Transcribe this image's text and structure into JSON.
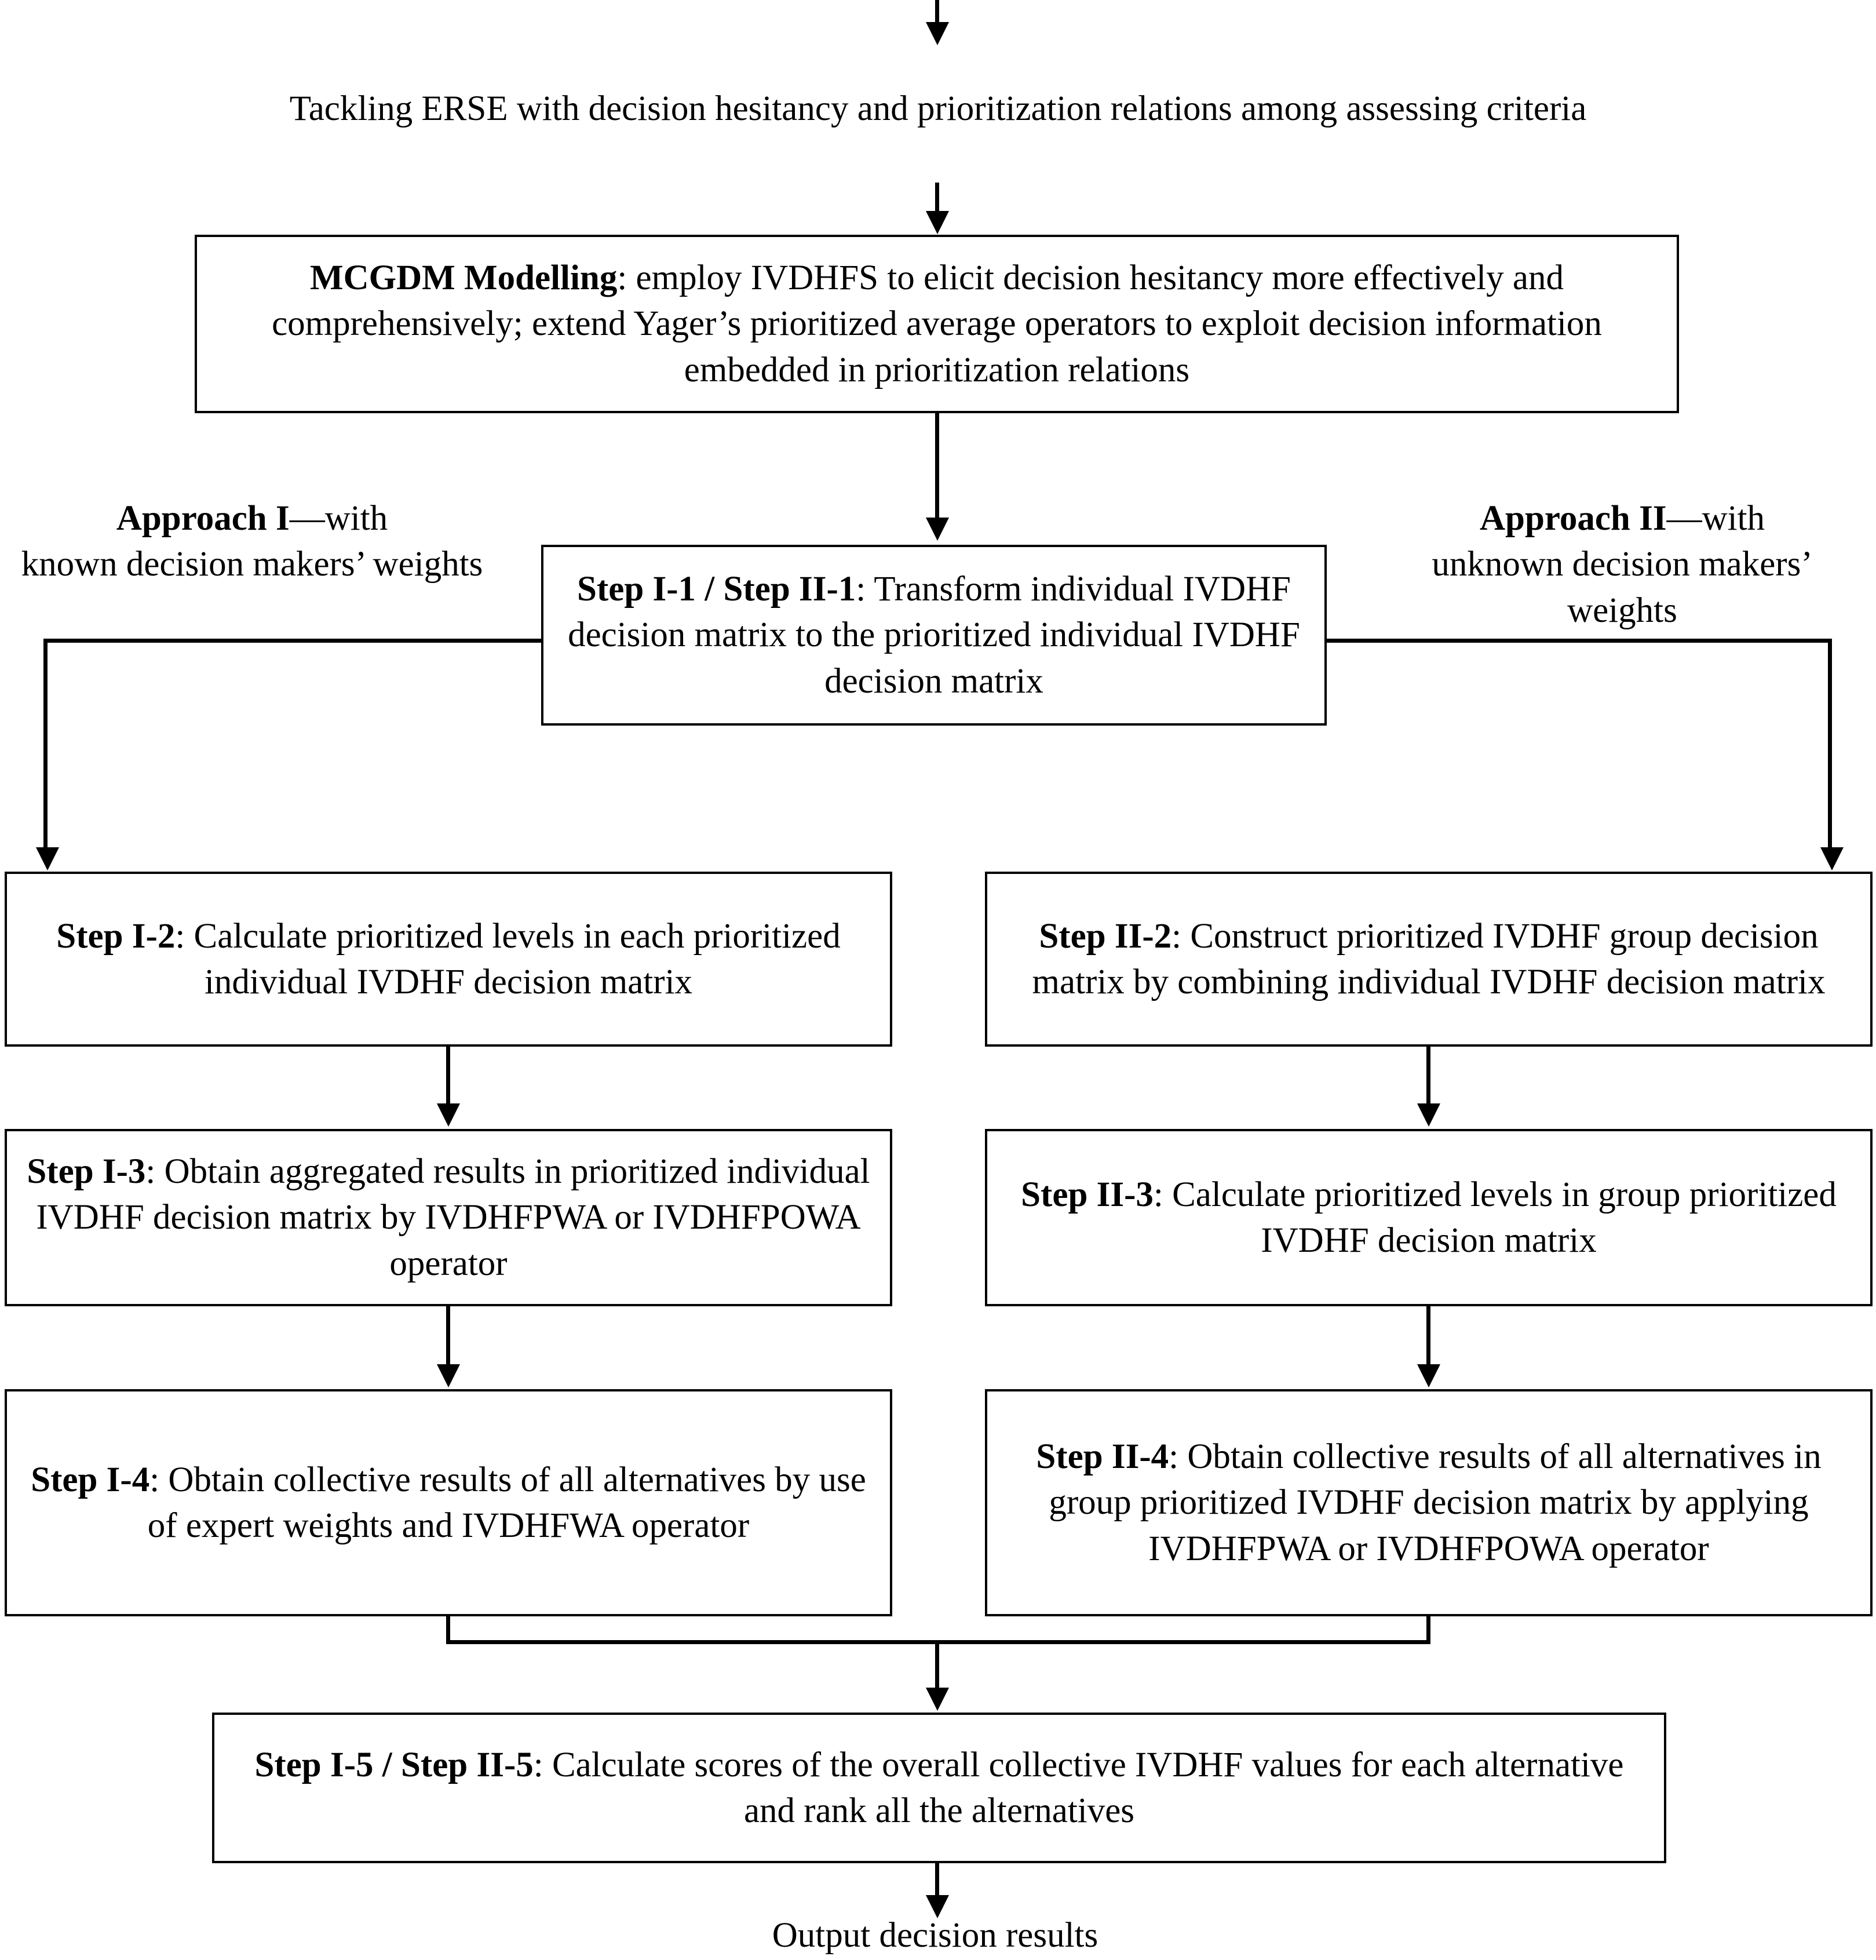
{
  "diagram": {
    "title_note": "Tackling ERSE with decision hesitancy and prioritization relations among assessing criteria",
    "output_label": "Output decision results",
    "approach_left": {
      "heading": "Approach I",
      "dash": "—with",
      "rest": "known decision makers’ weights"
    },
    "approach_right": {
      "heading": "Approach II",
      "dash": "—with",
      "rest": "unknown decision makers’ weights"
    },
    "boxes": {
      "modelling": {
        "label": "MCGDM Modelling",
        "body": ": employ  IVDHFS to elicit decision hesitancy more effectively and comprehensively; extend Yager’s prioritized average operators to exploit decision information embedded in prioritization relations"
      },
      "step_1": {
        "label": "Step I-1 / Step II-1",
        "body": ": Transform individual IVDHF decision matrix to the prioritized individual IVDHF decision matrix"
      },
      "step_I2": {
        "label": "Step I-2",
        "body": ": Calculate prioritized levels in each prioritized individual IVDHF decision matrix"
      },
      "step_I3": {
        "label": "Step I-3",
        "body": ": Obtain aggregated results in prioritized individual IVDHF decision matrix by IVDHFPWA or IVDHFPOWA operator"
      },
      "step_I4": {
        "label": "Step I-4",
        "body": ": Obtain collective results of all alternatives by use of expert weights and IVDHFWA operator"
      },
      "step_II2": {
        "label": "Step II-2",
        "body": ": Construct prioritized IVDHF group decision matrix by combining individual IVDHF decision matrix"
      },
      "step_II3": {
        "label": "Step II-3",
        "body": ": Calculate prioritized levels in group prioritized IVDHF decision matrix"
      },
      "step_II4": {
        "label": "Step II-4",
        "body": ": Obtain collective results of all alternatives in group prioritized IVDHF decision matrix by applying  IVDHFPWA or IVDHFPOWA operator"
      },
      "step_5": {
        "label": "Step I-5 / Step II-5",
        "body": ": Calculate scores of the overall collective IVDHF values for each alternative and rank all the alternatives"
      }
    },
    "colors": {
      "stroke": "#000000",
      "background": "#ffffff"
    }
  }
}
